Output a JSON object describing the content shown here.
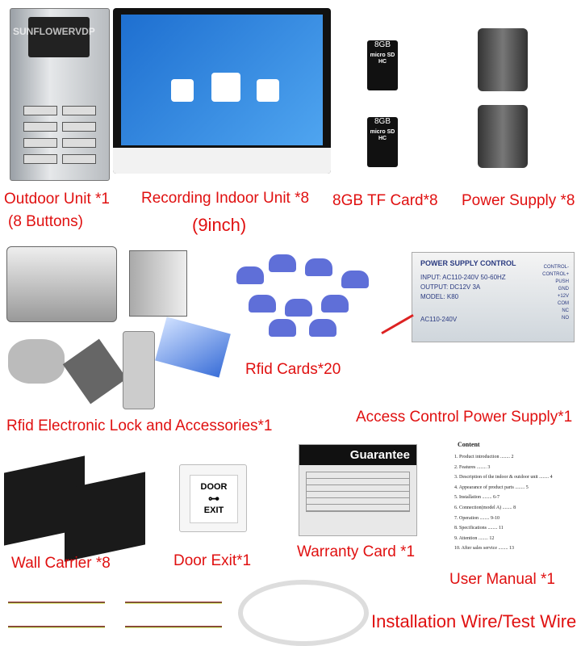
{
  "watermark": "SUNFLOWERVDP",
  "labels": {
    "outdoor_unit": "Outdoor Unit *1",
    "outdoor_buttons": "(8 Buttons)",
    "indoor_unit": "Recording Indoor Unit *8",
    "indoor_size": "(9inch)",
    "tf_card": "8GB TF Card*8",
    "power_supply": "Power Supply *8",
    "rfid_cards": "Rfid Cards*20",
    "rfid_lock": "Rfid Electronic Lock and Accessories*1",
    "access_psu": "Access Control Power Supply*1",
    "wall_carrier": "Wall Carrier *8",
    "door_exit": "Door Exit*1",
    "warranty": "Warranty Card *1",
    "manual": "User Manual *1",
    "wire": "Installation Wire/Test Wire"
  },
  "sd_card": {
    "capacity": "8GB",
    "brand": "micro SD HC"
  },
  "access_box": {
    "title": "POWER SUPPLY CONTROL",
    "input": "INPUT: AC110-240V 50-60HZ",
    "output": "OUTPUT: DC12V 3A",
    "model": "MODEL: K80",
    "ac": "AC110-240V",
    "terminals": [
      "CONTROL-",
      "CONTROL+",
      "PUSH",
      "GND",
      "+12V",
      "COM",
      "NC",
      "NO"
    ]
  },
  "door_exit": {
    "top": "DOOR",
    "bottom": "EXIT"
  },
  "guarantee": {
    "title": "Guarantee"
  },
  "manual": {
    "title": "Content",
    "items": [
      "1. Product introduction ........ 2",
      "2. Features ........ 3",
      "3. Description of the indoor & outdoor unit ........ 4",
      "4. Appearance of product parts ........ 5",
      "5. Installation ........ 6-7",
      "6. Connection(model A) ........ 8",
      "7. Operation ........ 9-10",
      "8. Specifications ........ 11",
      "9. Attention ........ 12",
      "10. After sales service ........ 13"
    ]
  }
}
